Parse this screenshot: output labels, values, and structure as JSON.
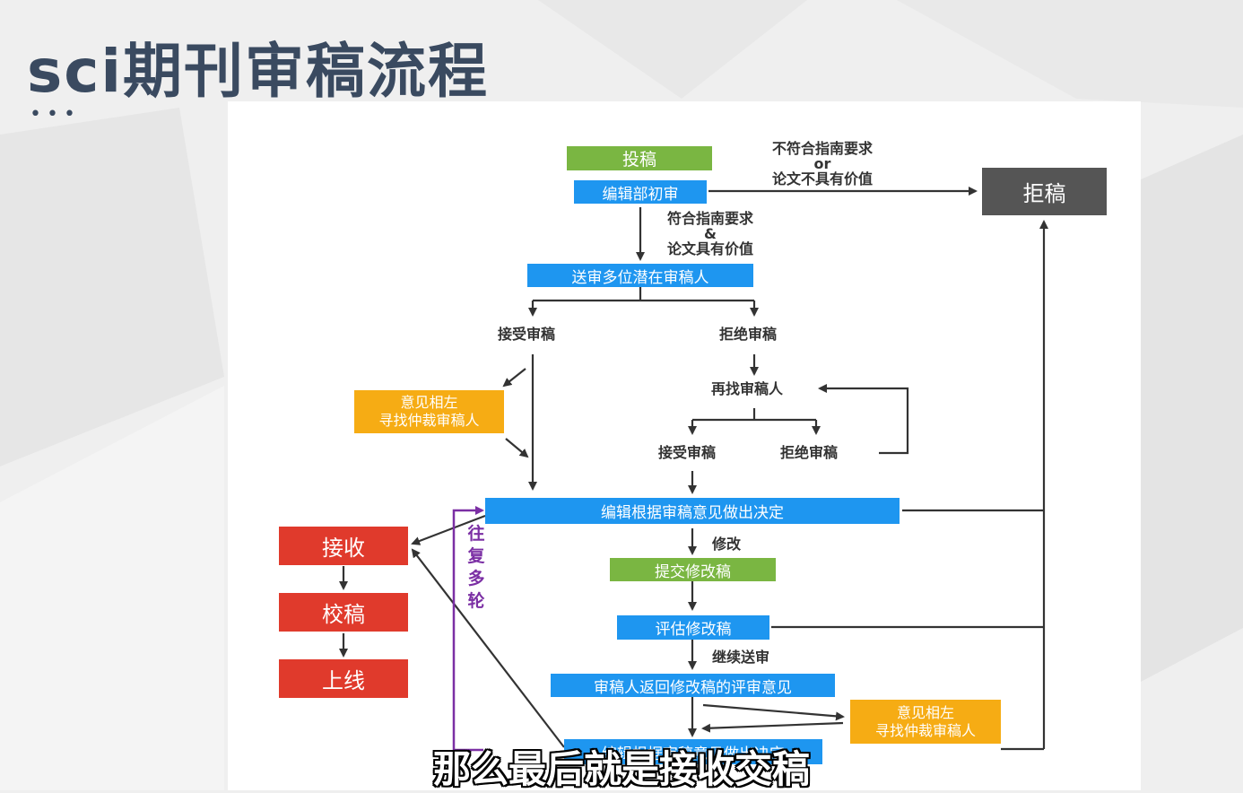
{
  "slide": {
    "title": "sci期刊审稿流程",
    "dots": "•••"
  },
  "flow": {
    "submit": "投稿",
    "initial_review": "编辑部初审",
    "reject_condition": [
      "不符合指南要求",
      "or",
      "论文不具有价值"
    ],
    "reject": "拒稿",
    "pass_condition": [
      "符合指南要求",
      "&",
      "论文具有价值"
    ],
    "send_review": "送审多位潜在审稿人",
    "accept_review": "接受审稿",
    "decline_review": "拒绝审稿",
    "conflict_1": [
      "意见相左",
      "寻找仲裁审稿人"
    ],
    "find_reviewer": "再找审稿人",
    "accept_review_2": "接受审稿",
    "decline_review_2": "拒绝审稿",
    "editor_decision": "编辑根据审稿意见做出决定",
    "revise": "修改",
    "submit_revision": "提交修改稿",
    "evaluate_revision": "评估修改稿",
    "continue_review": "继续送审",
    "reviewer_return": "审稿人返回修改稿的评审意见",
    "conflict_2": [
      "意见相左",
      "寻找仲裁审稿人"
    ],
    "final_decision_partial": "编辑根据审稿意见做出决定",
    "multi_round": [
      "往",
      "复",
      "多",
      "轮"
    ],
    "accept": "接收",
    "proofread": "校稿",
    "online": "上线"
  },
  "subtitle": "那么最后就是接收交稿",
  "colors": {
    "green": "#7ab642",
    "blue": "#1e96f0",
    "orange": "#f6ac14",
    "red": "#e03a2c",
    "gray": "#555555",
    "purple": "#7b2fa4"
  }
}
